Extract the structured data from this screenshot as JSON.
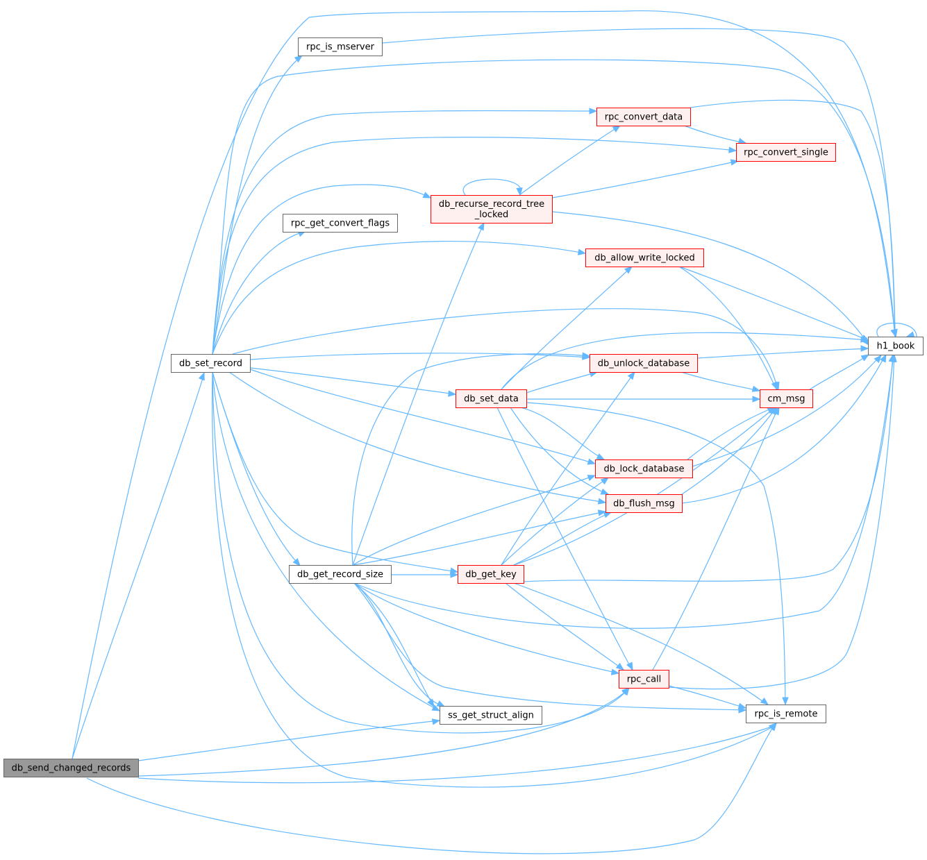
{
  "colors": {
    "edge": "#63b8ff",
    "root_fill": "#999999",
    "root_border": "#666666",
    "default_border": "#666666",
    "default_fill": "#ffffff",
    "flagged_border": "#ff0000",
    "flagged_fill": "#fff0f0"
  },
  "nodes": {
    "db_send_changed_records": {
      "lines": [
        "db_send_changed_records"
      ],
      "style": "root"
    },
    "db_set_record": {
      "lines": [
        "db_set_record"
      ],
      "style": "default"
    },
    "rpc_is_mserver": {
      "lines": [
        "rpc_is_mserver"
      ],
      "style": "default"
    },
    "rpc_convert_data": {
      "lines": [
        "rpc_convert_data"
      ],
      "style": "flagged"
    },
    "rpc_convert_single": {
      "lines": [
        "rpc_convert_single"
      ],
      "style": "flagged"
    },
    "db_recurse_record_tree_locked": {
      "lines": [
        "db_recurse_record_tree",
        "_locked"
      ],
      "style": "flagged"
    },
    "rpc_get_convert_flags": {
      "lines": [
        "rpc_get_convert_flags"
      ],
      "style": "default"
    },
    "db_allow_write_locked": {
      "lines": [
        "db_allow_write_locked"
      ],
      "style": "flagged"
    },
    "h1_book": {
      "lines": [
        "h1_book"
      ],
      "style": "default"
    },
    "db_unlock_database": {
      "lines": [
        "db_unlock_database"
      ],
      "style": "flagged"
    },
    "db_set_data": {
      "lines": [
        "db_set_data"
      ],
      "style": "flagged"
    },
    "cm_msg": {
      "lines": [
        "cm_msg"
      ],
      "style": "flagged"
    },
    "db_lock_database": {
      "lines": [
        "db_lock_database"
      ],
      "style": "flagged"
    },
    "db_flush_msg": {
      "lines": [
        "db_flush_msg"
      ],
      "style": "flagged"
    },
    "db_get_record_size": {
      "lines": [
        "db_get_record_size"
      ],
      "style": "default"
    },
    "db_get_key": {
      "lines": [
        "db_get_key"
      ],
      "style": "flagged"
    },
    "rpc_call": {
      "lines": [
        "rpc_call"
      ],
      "style": "flagged"
    },
    "ss_get_struct_align": {
      "lines": [
        "ss_get_struct_align"
      ],
      "style": "default"
    },
    "rpc_is_remote": {
      "lines": [
        "rpc_is_remote"
      ],
      "style": "default"
    }
  },
  "edges": [
    [
      "db_send_changed_records",
      "db_set_record"
    ],
    [
      "db_send_changed_records",
      "h1_book"
    ],
    [
      "db_send_changed_records",
      "ss_get_struct_align"
    ],
    [
      "db_send_changed_records",
      "rpc_call"
    ],
    [
      "db_send_changed_records",
      "rpc_is_remote"
    ],
    [
      "db_send_changed_records",
      "rpc_is_remote"
    ],
    [
      "db_set_record",
      "rpc_is_mserver"
    ],
    [
      "db_set_record",
      "h1_book"
    ],
    [
      "db_set_record",
      "rpc_convert_data"
    ],
    [
      "db_set_record",
      "rpc_convert_single"
    ],
    [
      "db_set_record",
      "db_recurse_record_tree_locked"
    ],
    [
      "db_set_record",
      "rpc_get_convert_flags"
    ],
    [
      "db_set_record",
      "db_allow_write_locked"
    ],
    [
      "db_set_record",
      "cm_msg"
    ],
    [
      "db_set_record",
      "db_unlock_database"
    ],
    [
      "db_set_record",
      "db_set_data"
    ],
    [
      "db_set_record",
      "db_lock_database"
    ],
    [
      "db_set_record",
      "db_flush_msg"
    ],
    [
      "db_set_record",
      "db_get_record_size"
    ],
    [
      "db_set_record",
      "db_get_key"
    ],
    [
      "db_set_record",
      "ss_get_struct_align"
    ],
    [
      "db_set_record",
      "rpc_call"
    ],
    [
      "db_set_record",
      "rpc_is_remote"
    ],
    [
      "rpc_is_mserver",
      "h1_book"
    ],
    [
      "rpc_convert_data",
      "h1_book"
    ],
    [
      "rpc_convert_data",
      "rpc_convert_single"
    ],
    [
      "db_recurse_record_tree_locked",
      "db_recurse_record_tree_locked"
    ],
    [
      "db_recurse_record_tree_locked",
      "rpc_convert_data"
    ],
    [
      "db_recurse_record_tree_locked",
      "rpc_convert_single"
    ],
    [
      "db_recurse_record_tree_locked",
      "h1_book"
    ],
    [
      "db_allow_write_locked",
      "h1_book"
    ],
    [
      "db_allow_write_locked",
      "cm_msg"
    ],
    [
      "h1_book",
      "h1_book"
    ],
    [
      "db_unlock_database",
      "h1_book"
    ],
    [
      "db_unlock_database",
      "cm_msg"
    ],
    [
      "cm_msg",
      "h1_book"
    ],
    [
      "db_set_data",
      "db_allow_write_locked"
    ],
    [
      "db_set_data",
      "h1_book"
    ],
    [
      "db_set_data",
      "db_unlock_database"
    ],
    [
      "db_set_data",
      "cm_msg"
    ],
    [
      "db_set_data",
      "db_lock_database"
    ],
    [
      "db_set_data",
      "db_flush_msg"
    ],
    [
      "db_set_data",
      "rpc_call"
    ],
    [
      "db_set_data",
      "rpc_is_remote"
    ],
    [
      "db_lock_database",
      "cm_msg"
    ],
    [
      "db_lock_database",
      "h1_book"
    ],
    [
      "db_flush_msg",
      "cm_msg"
    ],
    [
      "db_flush_msg",
      "h1_book"
    ],
    [
      "db_get_record_size",
      "db_recurse_record_tree_locked"
    ],
    [
      "db_get_record_size",
      "db_unlock_database"
    ],
    [
      "db_get_record_size",
      "db_lock_database"
    ],
    [
      "db_get_record_size",
      "db_flush_msg"
    ],
    [
      "db_get_record_size",
      "db_get_key"
    ],
    [
      "db_get_record_size",
      "h1_book"
    ],
    [
      "db_get_record_size",
      "rpc_call"
    ],
    [
      "db_get_record_size",
      "ss_get_struct_align"
    ],
    [
      "db_get_record_size",
      "ss_get_struct_align"
    ],
    [
      "db_get_record_size",
      "rpc_is_remote"
    ],
    [
      "db_get_key",
      "db_unlock_database"
    ],
    [
      "db_get_key",
      "db_lock_database"
    ],
    [
      "db_get_key",
      "db_flush_msg"
    ],
    [
      "db_get_key",
      "cm_msg"
    ],
    [
      "db_get_key",
      "h1_book"
    ],
    [
      "db_get_key",
      "rpc_call"
    ],
    [
      "db_get_key",
      "rpc_is_remote"
    ],
    [
      "rpc_call",
      "cm_msg"
    ],
    [
      "rpc_call",
      "h1_book"
    ],
    [
      "rpc_call",
      "rpc_is_remote"
    ]
  ]
}
